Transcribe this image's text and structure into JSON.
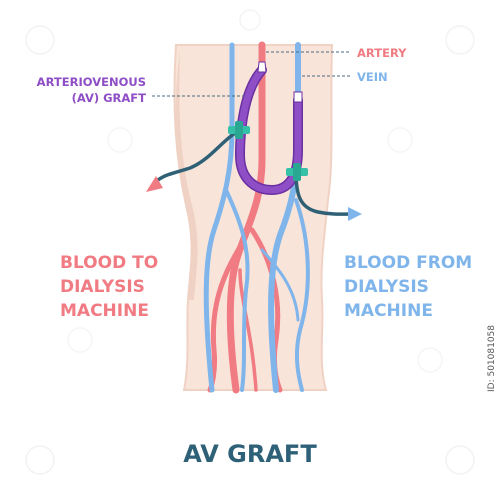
{
  "labels": {
    "artery": "ARTERY",
    "vein": "VEIN",
    "graft_line1": "ARTERIOVENOUS",
    "graft_line2": "(AV) GRAFT",
    "to_line1": "BLOOD TO",
    "to_line2": "DIALYSIS",
    "to_line3": "MACHINE",
    "from_line1": "BLOOD FROM",
    "from_line2": "DIALYSIS",
    "from_line3": "MACHINE",
    "title": "AV GRAFT"
  },
  "side_stamp": "ID: 501081058",
  "colors": {
    "artery": "#f07b82",
    "vein": "#7fb5ea",
    "graft": "#8e4ec6",
    "graft_edge": "#6a2fa0",
    "tube": "#2f6075",
    "clamp": "#35c0a8",
    "skin": "#f9e4da",
    "skin_edge": "#f0d2c5",
    "title": "#2e6078",
    "leader": "#4a6a80"
  }
}
